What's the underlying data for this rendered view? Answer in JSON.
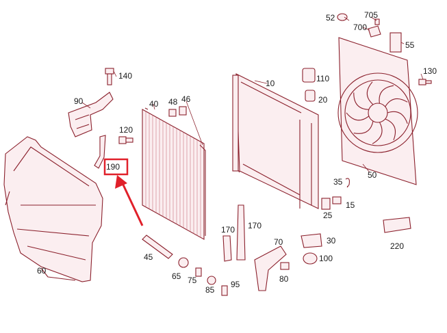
{
  "labels": {
    "p52": "52",
    "p705": "705",
    "p700": "700",
    "p55": "55",
    "p140": "140",
    "p110": "110",
    "p130": "130",
    "p10": "10",
    "p90": "90",
    "p40": "40",
    "p48": "48",
    "p46": "46",
    "p20": "20",
    "p120": "120",
    "p190": "190",
    "p35": "35",
    "p50": "50",
    "p15": "15",
    "p25": "25",
    "p170a": "170",
    "p170b": "170",
    "p30": "30",
    "p220": "220",
    "p45": "45",
    "p70": "70",
    "p60": "60",
    "p65": "65",
    "p75": "75",
    "p85": "85",
    "p95": "95",
    "p100": "100",
    "p80": "80"
  },
  "highlight": {
    "label": "190",
    "color": "#e0202a"
  },
  "colors": {
    "line": "#8a1f2b",
    "highlight": "#e0202a"
  }
}
